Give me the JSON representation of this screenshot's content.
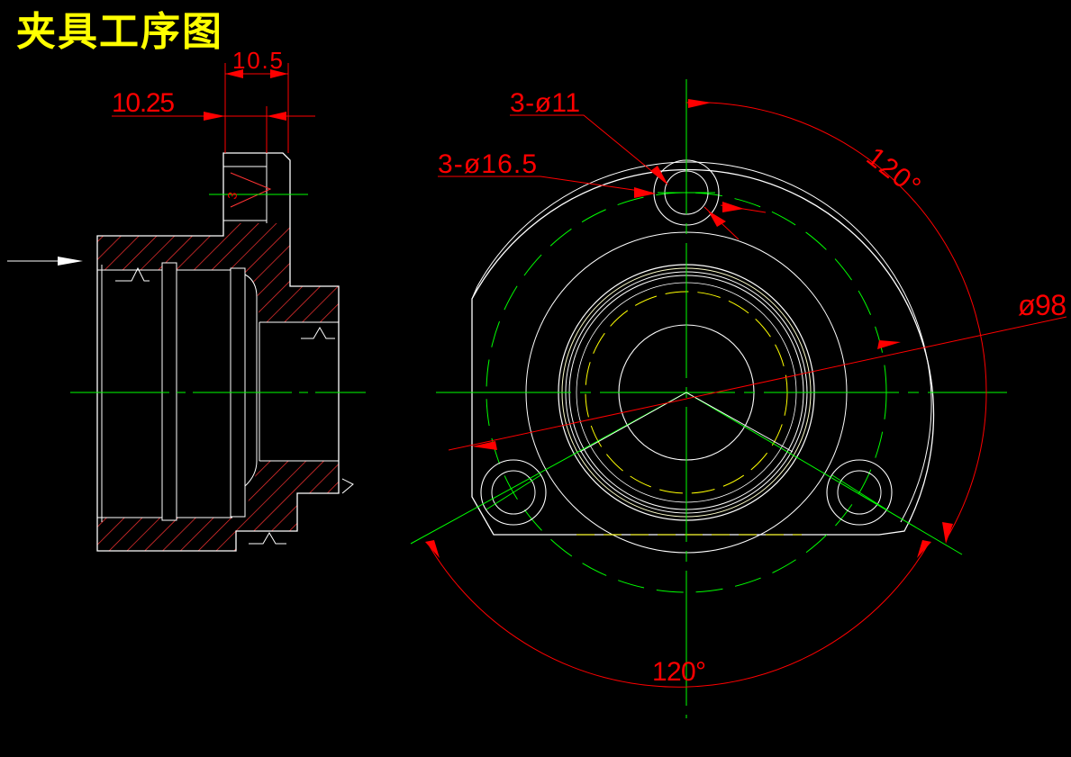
{
  "title": "夹具工序图",
  "dimensions": {
    "offset": "10.25",
    "width": "10.5",
    "small_hole": "3-ø11",
    "counterbore": "3-ø16.5",
    "diameter": "ø98",
    "angle_top": "120°",
    "angle_bottom": "120°"
  },
  "colors": {
    "outline": "#ffffff",
    "dimension": "#ff0000",
    "centerline": "#00ff00",
    "hidden": "#ffff00",
    "title": "#ffff00"
  }
}
